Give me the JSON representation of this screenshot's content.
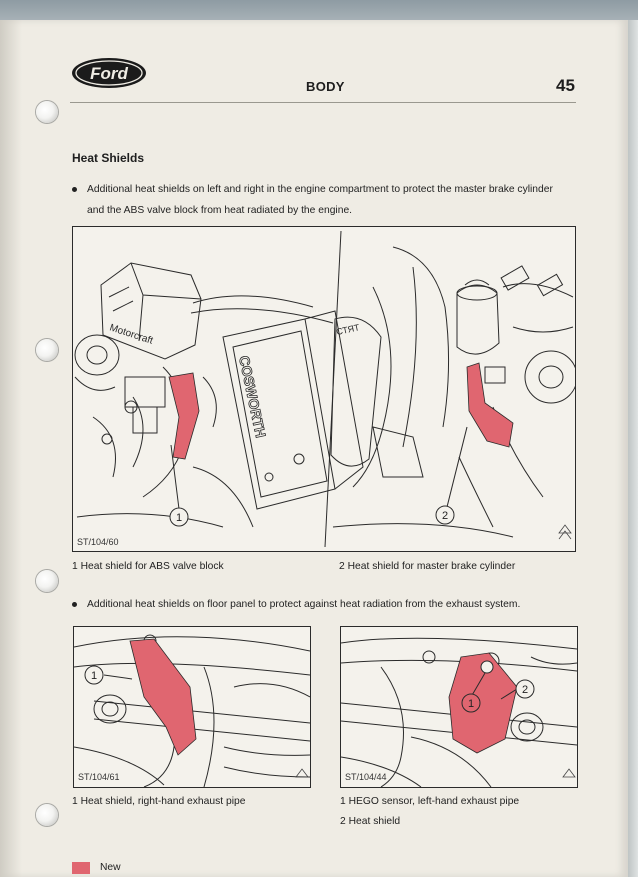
{
  "header": {
    "logo_text": "Ford",
    "title": "BODY",
    "page_number": "45"
  },
  "section": {
    "title": "Heat Shields"
  },
  "bullets": [
    {
      "line1": "Additional heat shields on left and right in the engine compartment to protect the master brake cylinder",
      "line2": "and the ABS valve block from heat radiated by the engine."
    },
    {
      "line1": "Additional heat shields on floor panel to protect against heat radiation from the exhaust system."
    }
  ],
  "figures": {
    "top": {
      "ref": "ST/104/60",
      "engine_lettering": "COSWORTH",
      "battery_lettering": "Motorcraft",
      "label_1": "1",
      "label_2": "2",
      "captions": [
        "1  Heat shield for ABS valve block",
        "2  Heat shield for master brake cylinder"
      ]
    },
    "bottom_left": {
      "ref": "ST/104/61",
      "label_1": "1",
      "captions": [
        "1  Heat shield, right-hand exhaust pipe"
      ]
    },
    "bottom_right": {
      "ref": "ST/104/44",
      "label_1": "1",
      "label_2": "2",
      "captions": [
        "1  HEGO sensor, left-hand exhaust pipe",
        "2  Heat shield"
      ]
    }
  },
  "legend": {
    "label": "New",
    "color": "#e06670"
  },
  "colors": {
    "highlight": "#e06670",
    "line": "#2b2b2b",
    "paper": "#efece4"
  }
}
